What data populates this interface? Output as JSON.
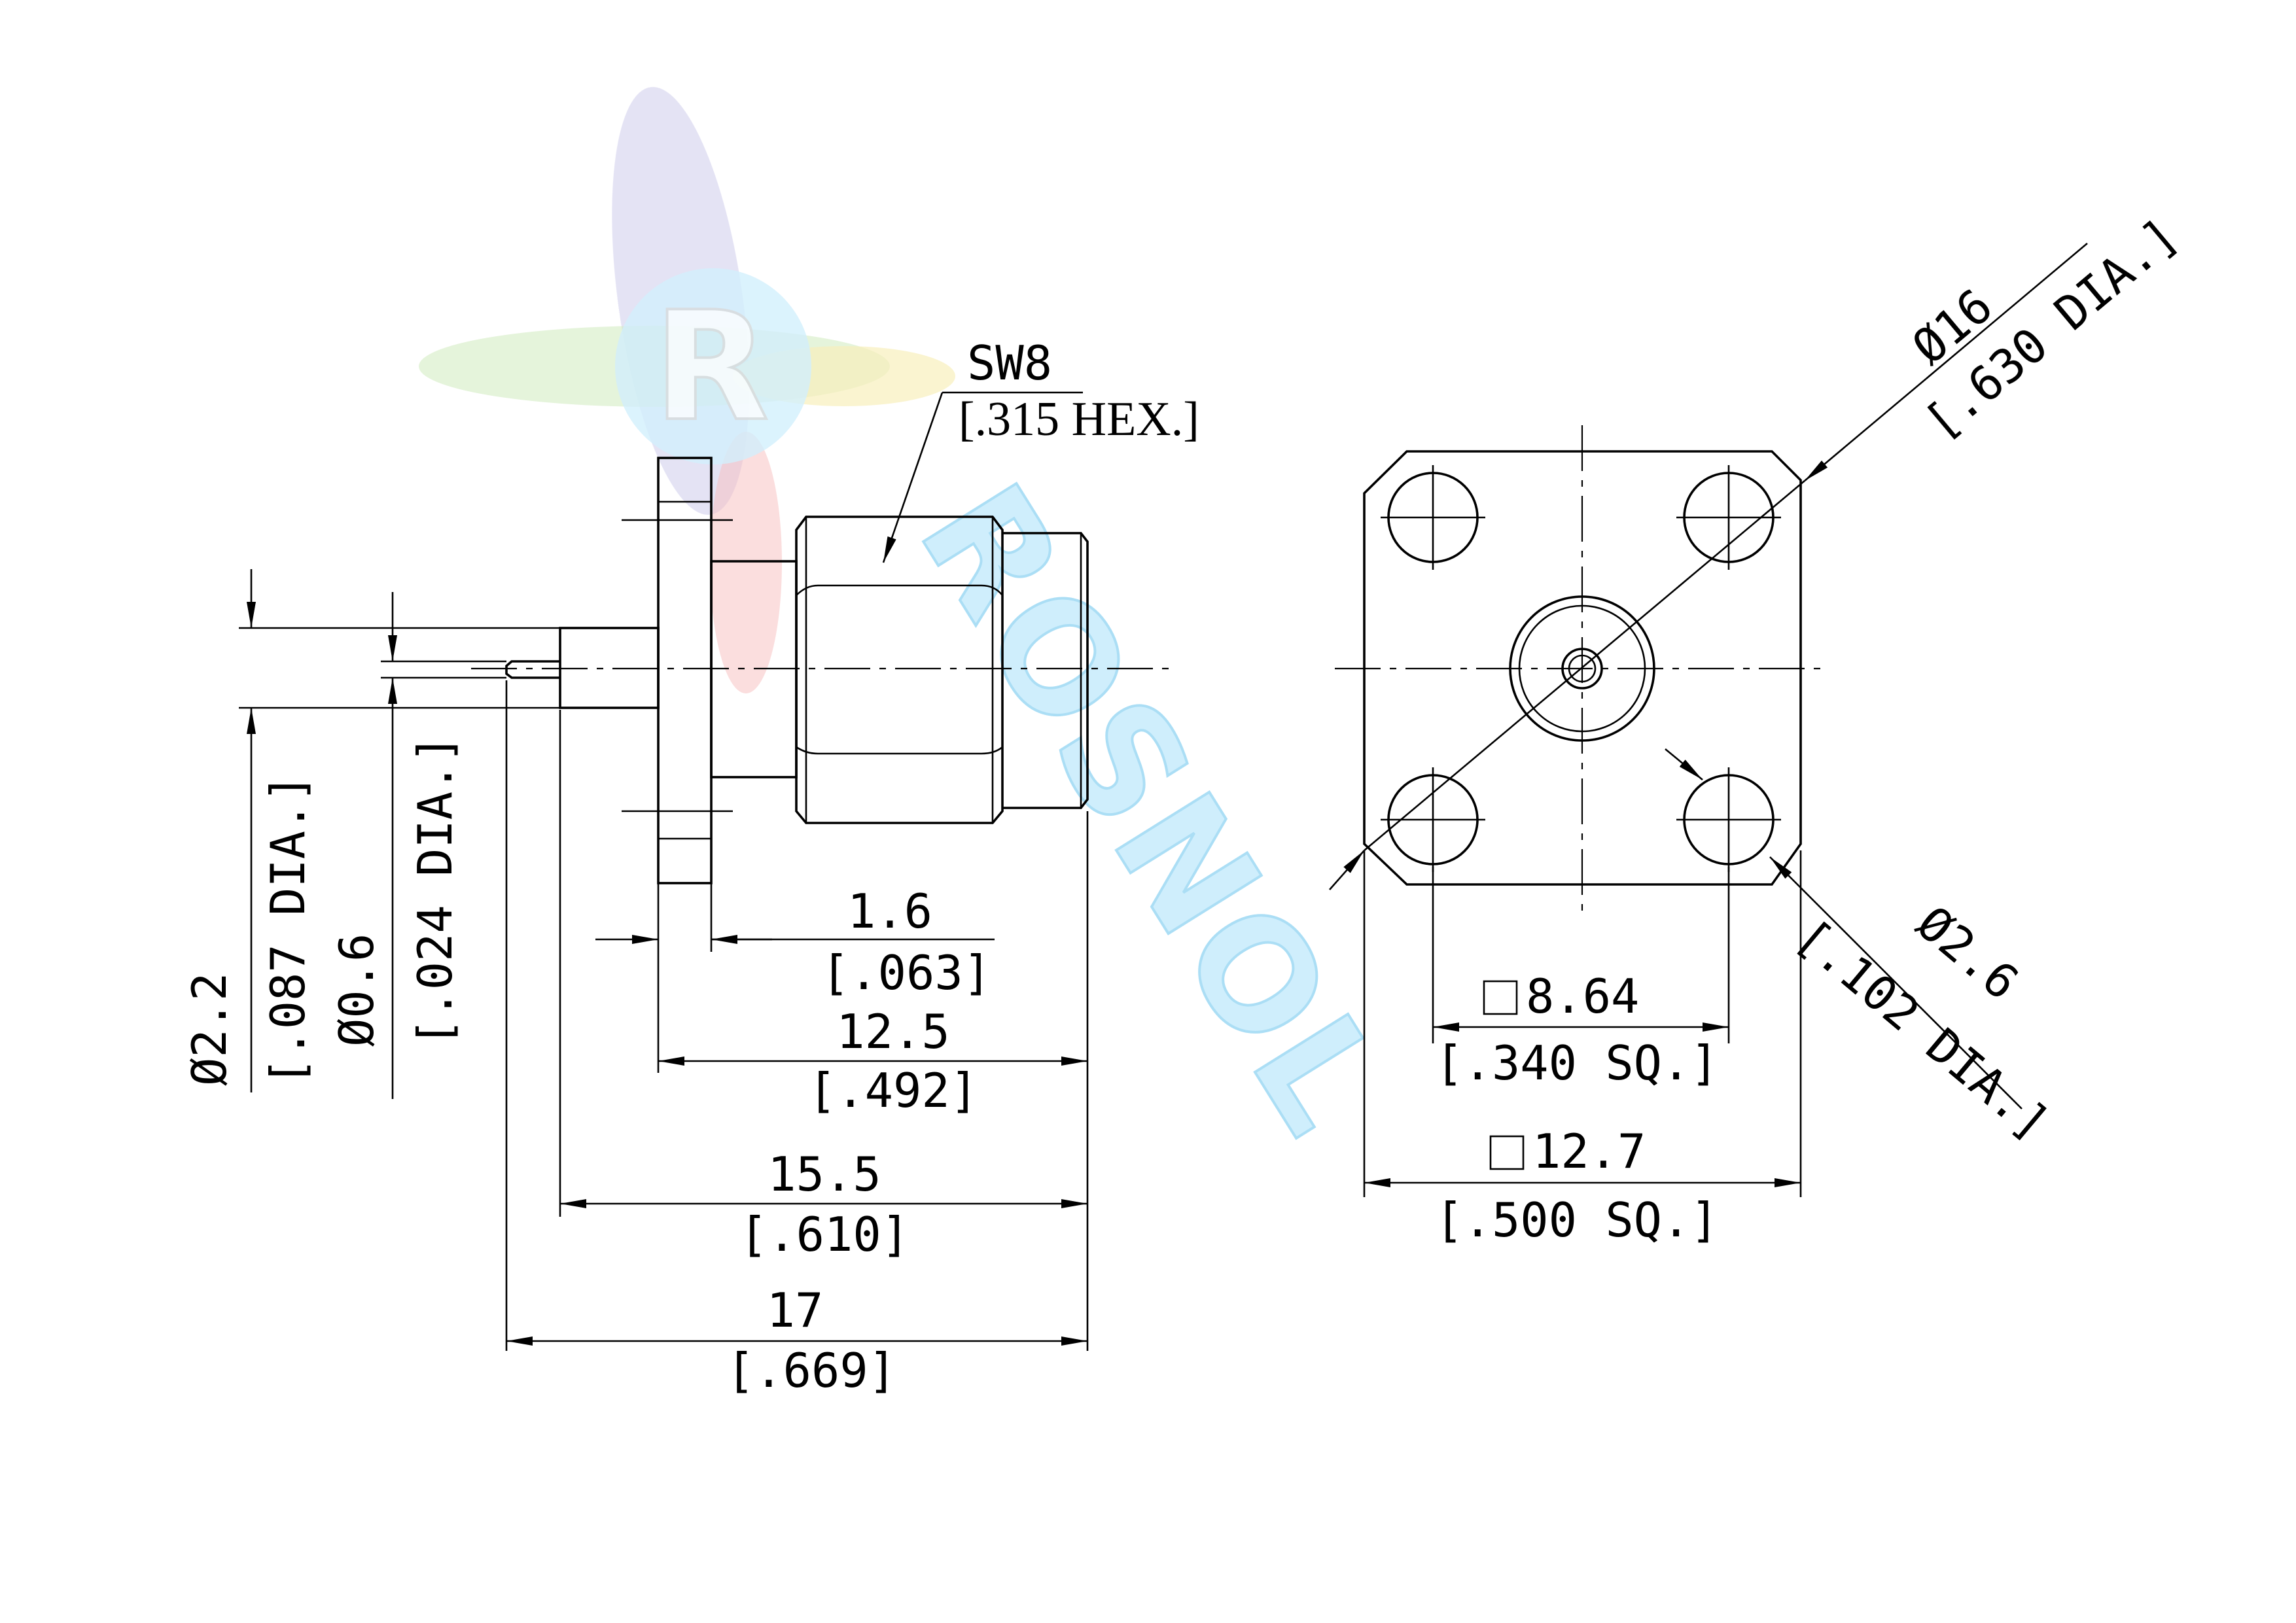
{
  "watermark": {
    "text": "ROSNOL",
    "monogram": "R"
  },
  "colors": {
    "line": "#000000",
    "watermark_blue": "#bfe9fb",
    "watermark_red": "#f4a7a7",
    "watermark_green": "#bfe3a8",
    "watermark_yellow": "#f7eaa0",
    "watermark_purple": "#c9c6ea"
  },
  "side_view": {
    "hex_label": "SW8",
    "hex_label_sub": "[.315 HEX.]",
    "dims": [
      {
        "id": "pin_dia",
        "value": "Ø0.6",
        "inch": "[.024 DIA.]"
      },
      {
        "id": "body_dia",
        "value": "Ø2.2",
        "inch": "[.087 DIA.]"
      },
      {
        "id": "flange_thk",
        "value": "1.6",
        "inch": "[.063]"
      },
      {
        "id": "len_125",
        "value": "12.5",
        "inch": "[.492]"
      },
      {
        "id": "len_155",
        "value": "15.5",
        "inch": "[.610]"
      },
      {
        "id": "len_17",
        "value": "17",
        "inch": "[.669]"
      }
    ]
  },
  "front_view": {
    "dims": [
      {
        "id": "bolt_circle",
        "value": "Ø16",
        "inch": "[.630 DIA.]"
      },
      {
        "id": "hole_dia",
        "value": "Ø2.6",
        "inch": "[.102 DIA.]"
      },
      {
        "id": "hole_spacing",
        "value": "8.64",
        "inch": "[.340 SQ.]"
      },
      {
        "id": "flange_size",
        "value": "12.7",
        "inch": "[.500 SQ.]"
      }
    ]
  }
}
